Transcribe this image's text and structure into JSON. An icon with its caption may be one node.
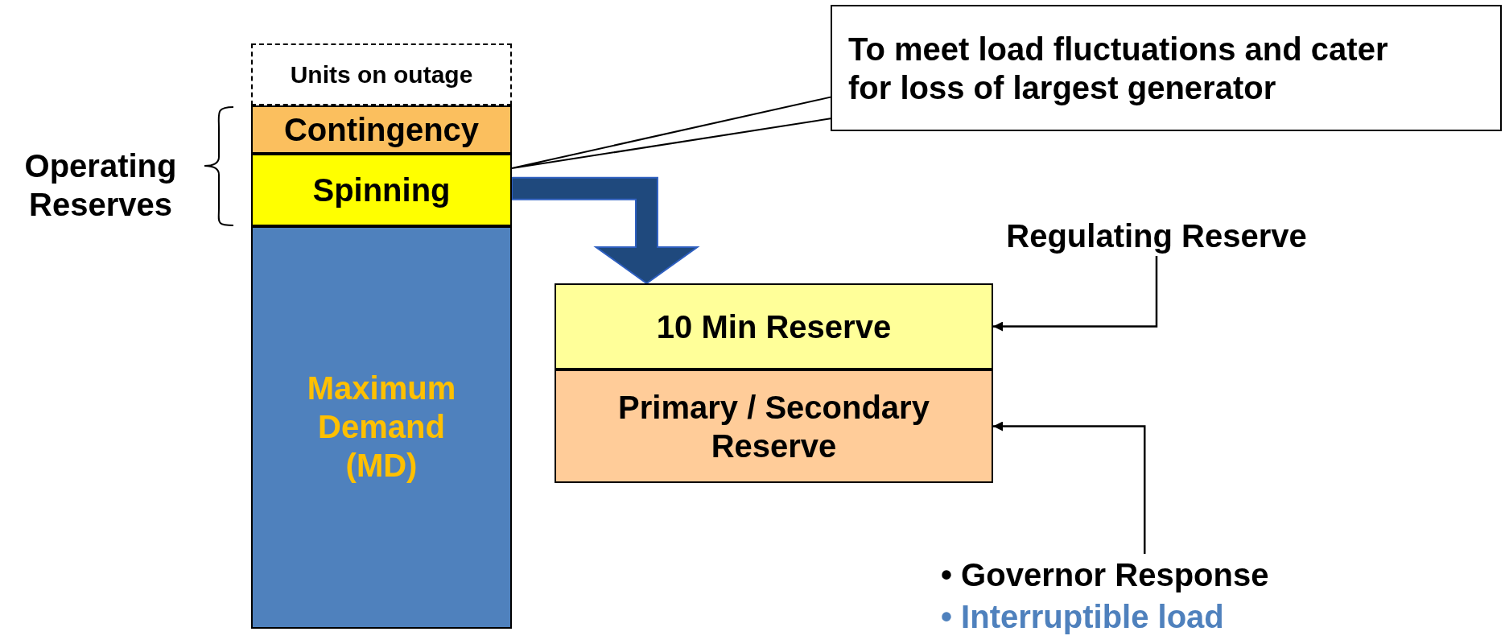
{
  "diagram": {
    "nodes": [
      {
        "text": [
          "Units on outage"
        ]
      },
      {
        "text": [
          "Contingency"
        ]
      },
      {
        "text": [
          "Spinning"
        ]
      },
      {
        "text": [
          "Maximum Demand (MD)"
        ]
      },
      {
        "text": [
          "Operating Reserves"
        ]
      },
      {
        "text": [
          "To meet load fluctuations and cater for loss of largest generator"
        ]
      },
      {
        "text": [
          "10 Min Reserve"
        ]
      },
      {
        "text": [
          "Primary / Secondary Reserve"
        ]
      },
      {
        "text": [
          "Regulating Reserve"
        ]
      },
      {
        "text": [
          "• Governor Response",
          "• Interruptible load"
        ]
      }
    ],
    "edges": [
      {
        "from": 5,
        "to": 2,
        "arrow": "none"
      },
      {
        "from": 2,
        "to": 6,
        "arrow": "to",
        "style": "thick",
        "color": "#1f497d"
      },
      {
        "from": 8,
        "to": 6,
        "arrow": "to"
      },
      {
        "from": 9,
        "to": 7,
        "arrow": "to"
      }
    ]
  }
}
